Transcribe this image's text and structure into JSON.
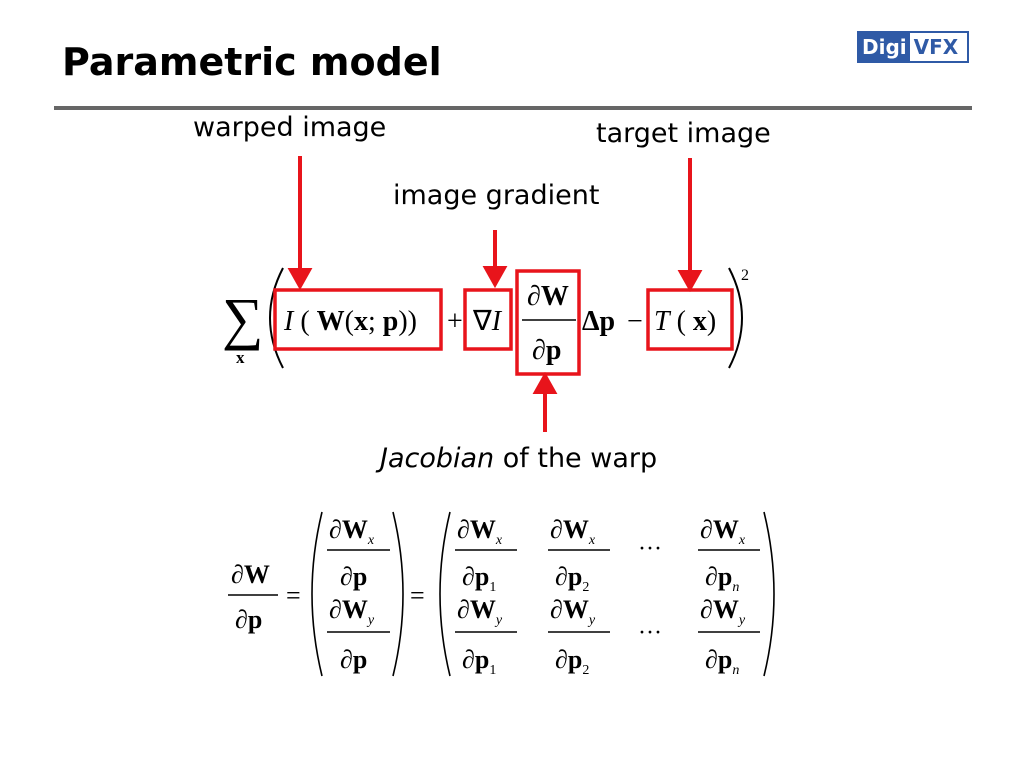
{
  "slide": {
    "title": "Parametric model",
    "logo": {
      "part1": "Digi",
      "part2": "VFX"
    }
  },
  "annotations": {
    "warped_image": "warped image",
    "target_image": "target image",
    "image_gradient": "image gradient",
    "jacobian_italic": "Jacobian",
    "jacobian_rest": " of the warp"
  },
  "colors": {
    "highlight": "#e8141b",
    "rule": "#666666",
    "logo": "#2f5aa6"
  }
}
